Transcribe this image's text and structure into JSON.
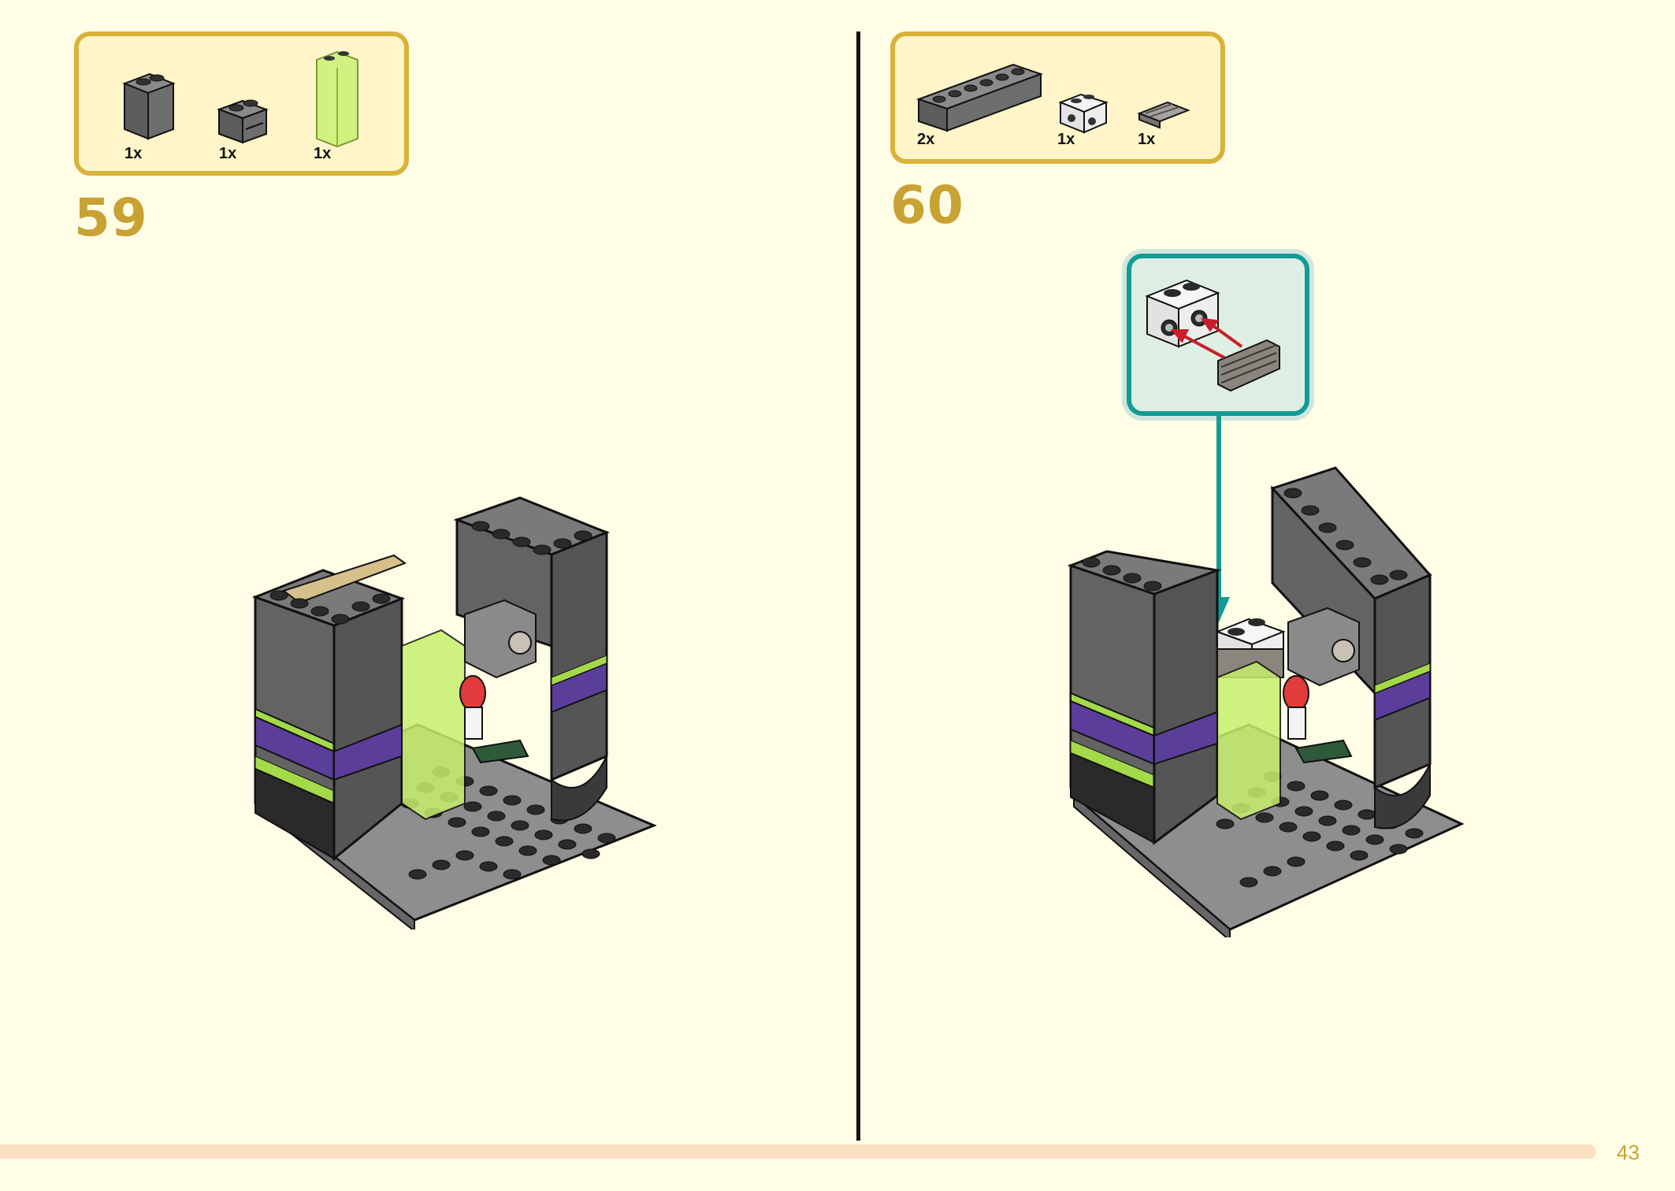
{
  "steps": [
    {
      "number": "59",
      "parts": [
        {
          "icon": "dark-gray-brick-1x2x2-icon",
          "qty": "1x"
        },
        {
          "icon": "dark-gray-brick-1x2-groove-icon",
          "qty": "1x"
        },
        {
          "icon": "trans-green-panel-icon",
          "qty": "1x"
        }
      ]
    },
    {
      "number": "60",
      "parts": [
        {
          "icon": "dark-gray-brick-1x6-icon",
          "qty": "2x"
        },
        {
          "icon": "white-brick-1x2-studs-on-side-icon",
          "qty": "1x"
        },
        {
          "icon": "gray-grille-tile-icon",
          "qty": "1x"
        }
      ]
    }
  ],
  "page_number": "43",
  "colors": {
    "background": "#fffde6",
    "parts_border": "#d9b23a",
    "parts_fill": "#fff5c8",
    "step_number": "#c9a234",
    "callout_border": "#149b96",
    "arrow_red": "#c81e2b"
  }
}
